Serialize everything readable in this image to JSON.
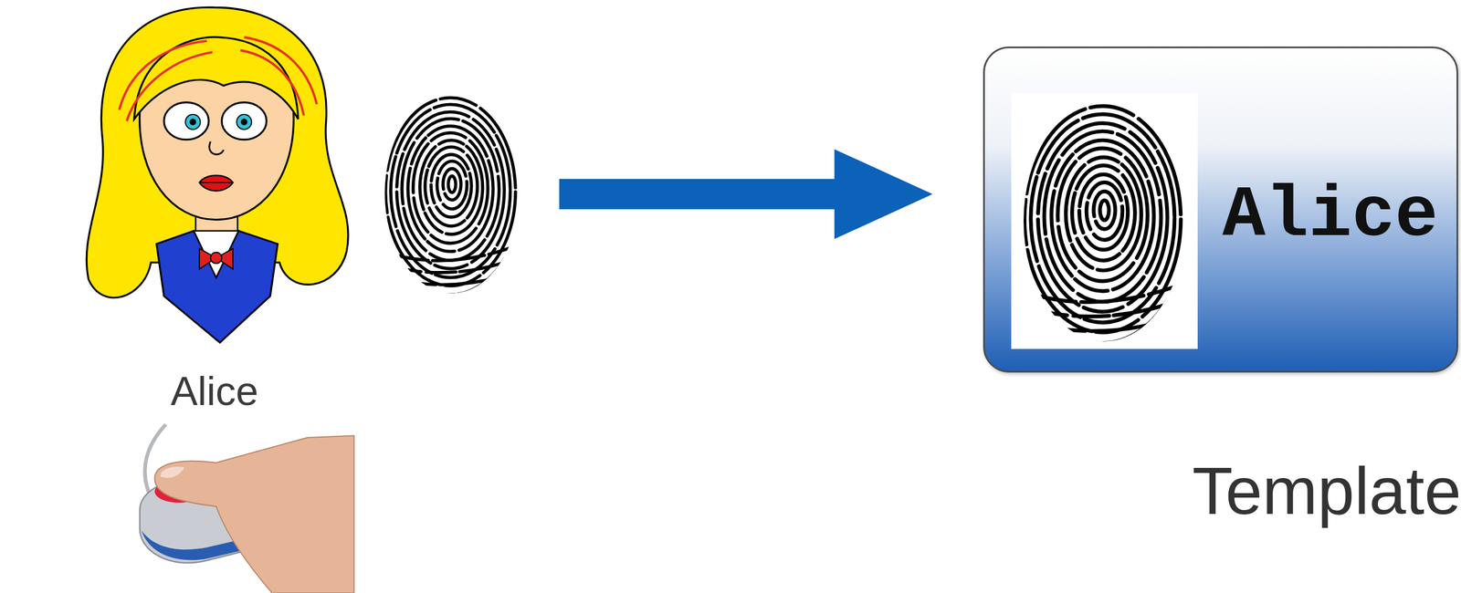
{
  "diagram": {
    "nodes": [
      {
        "text": [
          "Alice"
        ]
      },
      {
        "text": [
          "Alice",
          "Template"
        ]
      }
    ],
    "edges": [
      {
        "from": 0,
        "to": 1,
        "arrow": "to"
      }
    ]
  }
}
